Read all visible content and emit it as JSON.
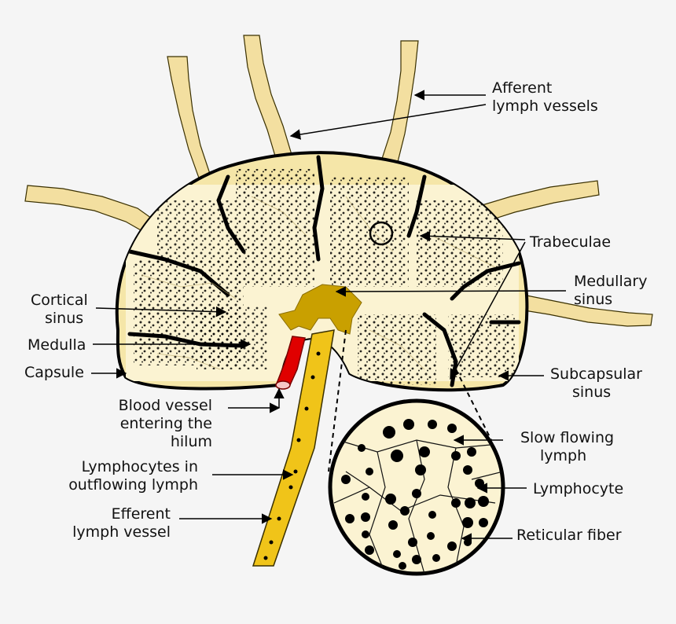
{
  "labels": {
    "afferent": [
      "Afferent",
      "lymph vessels"
    ],
    "trabeculae": "Trabeculae",
    "medullary_sinus": [
      "Medullary",
      "sinus"
    ],
    "cortical_sinus": [
      "Cortical",
      "sinus"
    ],
    "medulla": "Medulla",
    "capsule": "Capsule",
    "subcapsular_sinus": [
      "Subcapsular",
      "sinus"
    ],
    "blood_vessel": [
      "Blood vessel",
      "entering the",
      "hilum"
    ],
    "lymphocytes_outflowing": [
      "Lymphocytes in",
      "outflowing lymph"
    ],
    "efferent": [
      "Efferent",
      "lymph vessel"
    ],
    "slow_flowing_lymph": [
      "Slow flowing",
      "lymph"
    ],
    "lymphocyte": "Lymphocyte",
    "reticular_fiber": "Reticular fiber"
  },
  "colors": {
    "background": "#f5f5f5",
    "capsule_fill": "#f5e6a8",
    "cortex_fill": "#fbf3d2",
    "vessel_fill": "#f3dfa0",
    "hilum": "#c9a000",
    "efferent_vessel": "#f0c419",
    "blood_vessel": "#e00000",
    "outline": "#000000"
  }
}
